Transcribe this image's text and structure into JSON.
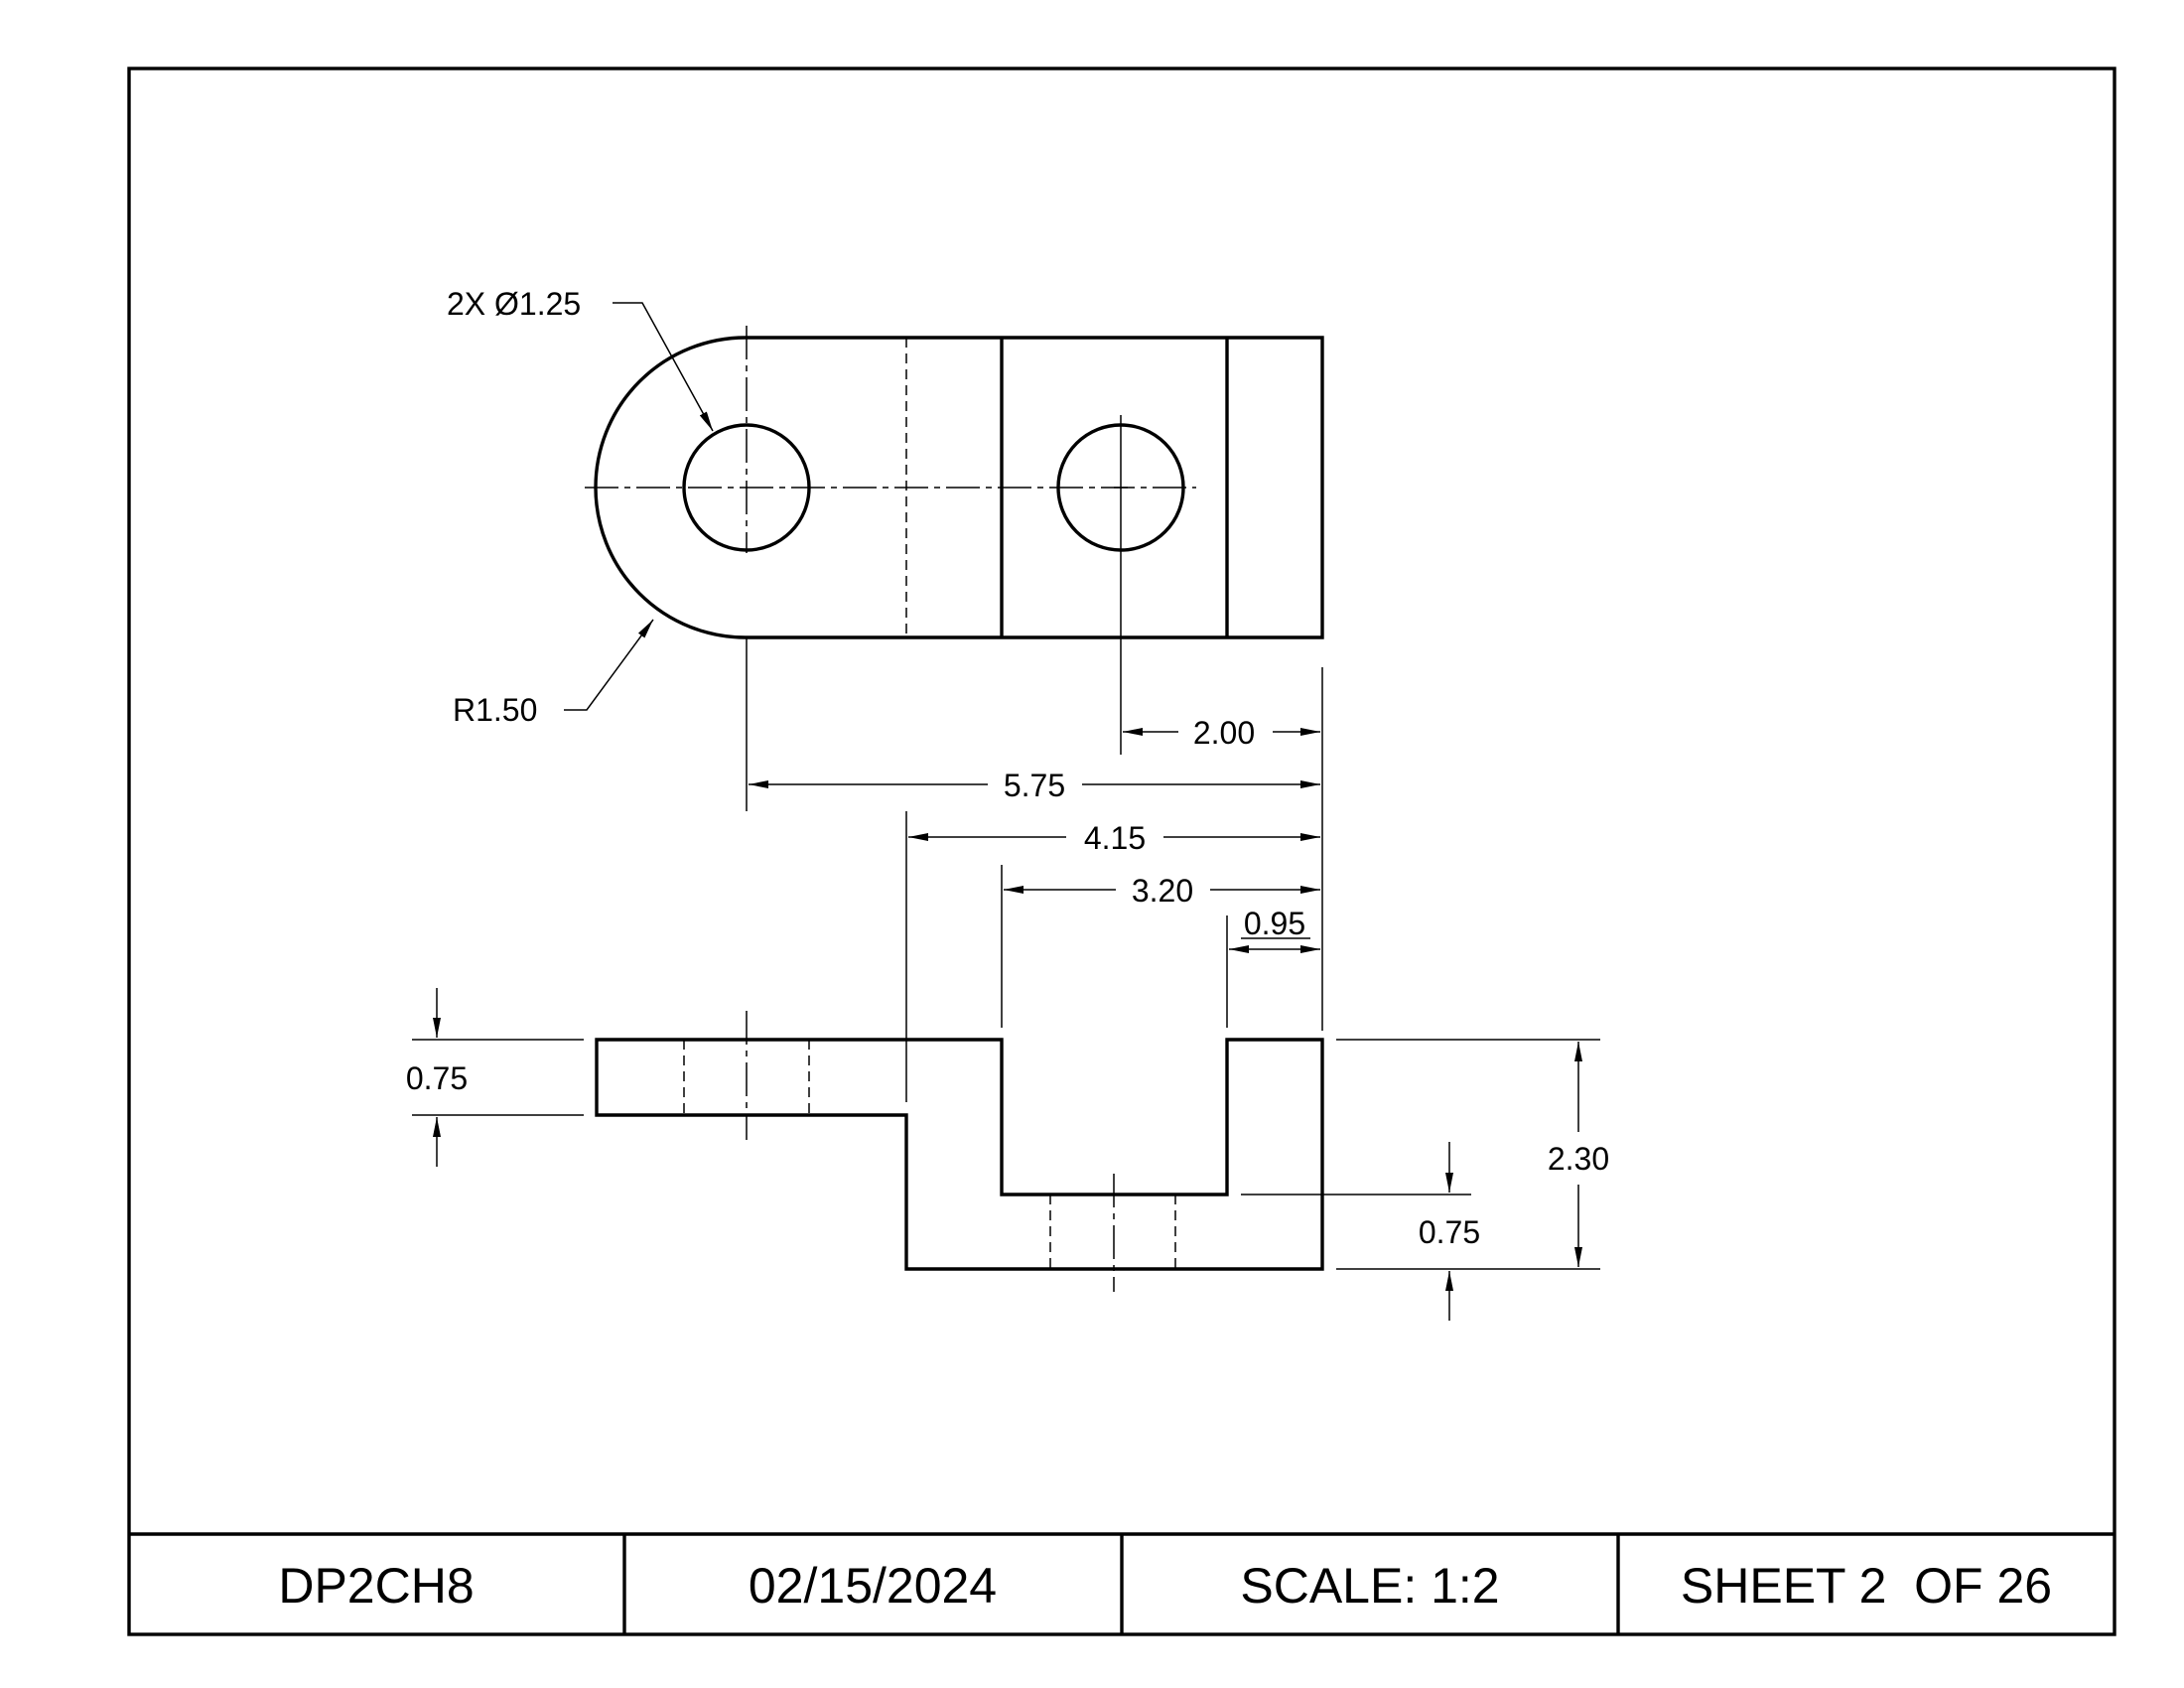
{
  "dimensions": {
    "hole_callout": "2X Ø1.25",
    "radius": "R1.50",
    "d_2_00": "2.00",
    "d_5_75": "5.75",
    "d_4_15": "4.15",
    "d_3_20": "3.20",
    "d_0_95": "0.95",
    "d_0_75_left": "0.75",
    "d_2_30": "2.30",
    "d_0_75_right": "0.75"
  },
  "title_block": {
    "drawing_id": "DP2CH8",
    "date": "02/15/2024",
    "scale": "SCALE: 1:2",
    "sheet": "SHEET 2  OF 26"
  }
}
